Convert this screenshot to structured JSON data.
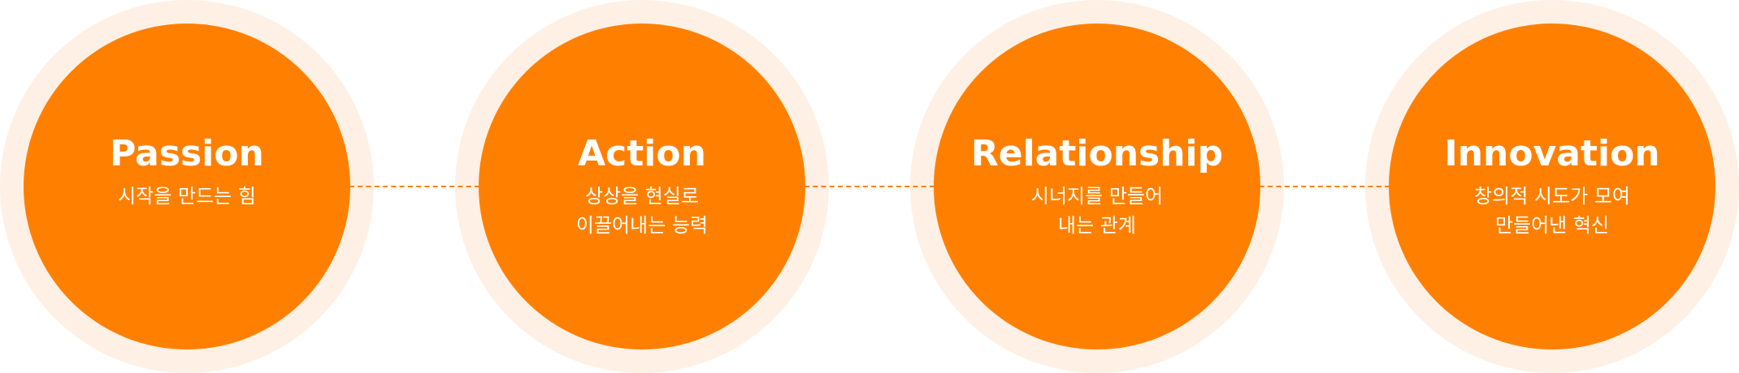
{
  "steps": [
    {
      "title": "Passion",
      "desc": "시작을 만드는 힘"
    },
    {
      "title": "Action",
      "desc": "상상을 현실로\n이끌어내는 능력"
    },
    {
      "title": "Relationship",
      "desc": "시너지를 만들어\n내는 관계"
    },
    {
      "title": "Innovation",
      "desc": "창의적 시도가 모여\n만들어낸 혁신"
    }
  ],
  "colors": {
    "accent": "#ff8000",
    "ring": "#fef0e4"
  }
}
